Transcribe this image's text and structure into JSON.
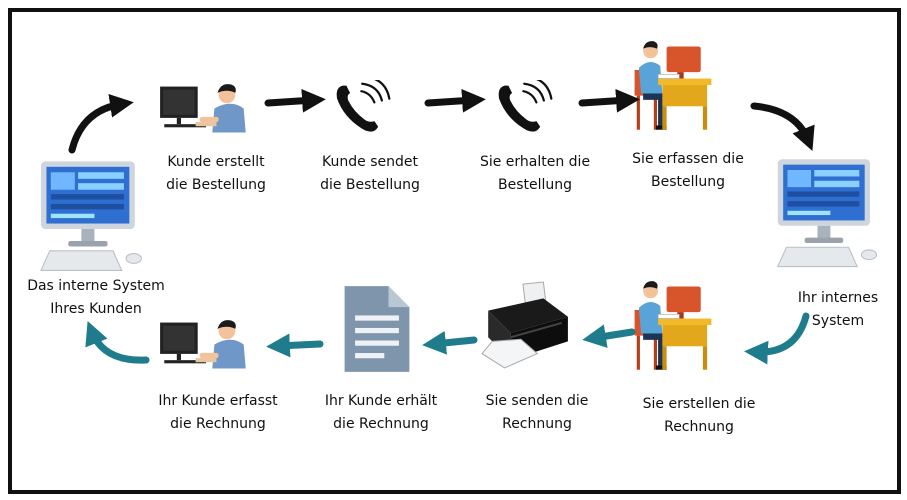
{
  "colors": {
    "frame": "#111111",
    "arrow_top": "#111111",
    "arrow_bottom": "#1e7c8c",
    "monitor": "#2a2a2a",
    "screen": "#3e7fd6",
    "document": "#7f95ab",
    "desk": "#f2b928",
    "chair": "#d8542a",
    "shirt_person": "#6f98c8",
    "shirt_worker": "#5aa3d6"
  },
  "steps": {
    "customer_creates_order": "Kunde erstellt\ndie Bestellung",
    "customer_sends_order": "Kunde sendet\ndie Bestellung",
    "you_receive_order": "Sie erhalten die\nBestellung",
    "you_record_order": "Sie erfassen die\nBestellung",
    "your_internal_system": "Ihr internes\nSystem",
    "you_create_invoice": "Sie erstellen die\nRechnung",
    "you_send_invoice": "Sie senden die\nRechnung",
    "customer_receives_invoice": "Ihr Kunde erhält\ndie Rechnung",
    "customer_records_invoice": "Ihr Kunde erfasst\ndie Rechnung",
    "customer_internal_system": "Das interne System\nIhres Kunden"
  },
  "icons": {
    "customer_computer_left": "desktop-computer-icon",
    "person_at_computer_top": "person-at-computer-icon",
    "phone_1": "phone-icon",
    "phone_2": "phone-icon",
    "worker_desk_top": "worker-at-desk-icon",
    "your_computer_right": "desktop-computer-icon",
    "worker_desk_bottom": "worker-at-desk-icon",
    "printer": "printer-icon",
    "document": "document-icon",
    "person_at_computer_bottom": "person-at-computer-icon"
  }
}
